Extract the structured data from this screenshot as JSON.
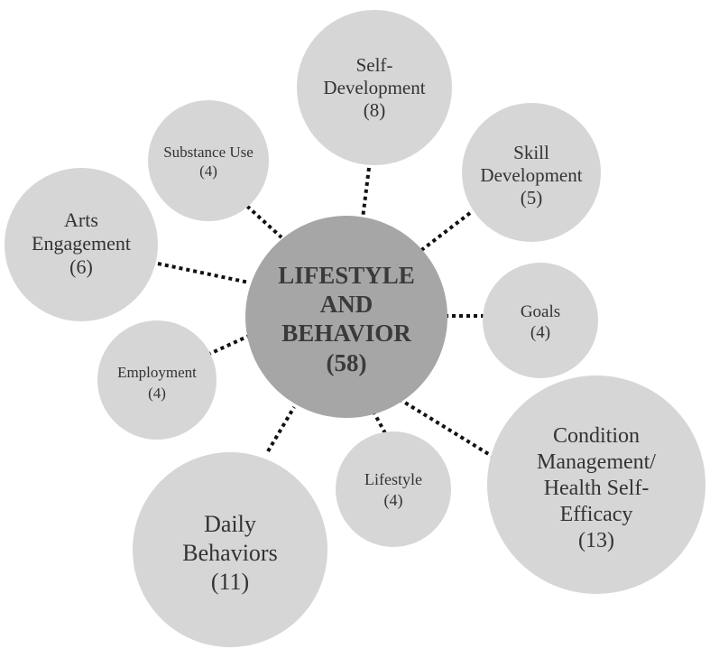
{
  "center": {
    "lines": [
      "LIFESTYLE",
      "AND",
      "BEHAVIOR"
    ],
    "count": "(58)"
  },
  "nodes": [
    {
      "id": "self-development",
      "lines": [
        "Self-",
        "Development"
      ],
      "count": "(8)"
    },
    {
      "id": "substance-use",
      "lines": [
        "Substance Use"
      ],
      "count": "(4)"
    },
    {
      "id": "skill-development",
      "lines": [
        "Skill",
        "Development"
      ],
      "count": "(5)"
    },
    {
      "id": "arts-engagement",
      "lines": [
        "Arts",
        "Engagement"
      ],
      "count": "(6)"
    },
    {
      "id": "goals",
      "lines": [
        "Goals"
      ],
      "count": "(4)"
    },
    {
      "id": "employment",
      "lines": [
        "Employment"
      ],
      "count": "(4)"
    },
    {
      "id": "condition-management",
      "lines": [
        "Condition",
        "Management/",
        "Health Self-",
        "Efficacy"
      ],
      "count": "(13)"
    },
    {
      "id": "lifestyle",
      "lines": [
        "Lifestyle"
      ],
      "count": "(4)"
    },
    {
      "id": "daily-behaviors",
      "lines": [
        "Daily",
        "Behaviors"
      ],
      "count": "(11)"
    }
  ]
}
